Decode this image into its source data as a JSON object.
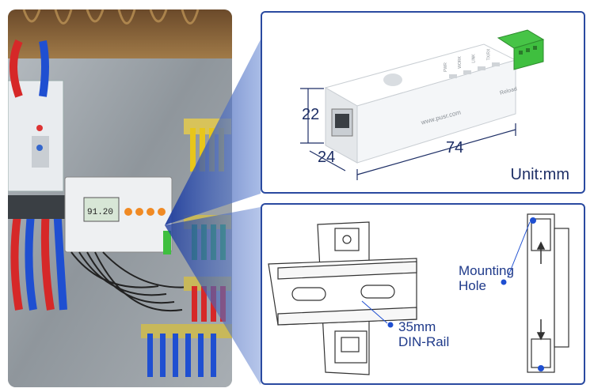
{
  "product": {
    "dimensions": {
      "height": "22",
      "depth": "24",
      "length": "74",
      "unit_label": "Unit:mm"
    },
    "brand_text": "www.pusr.com",
    "reload_text": "Reload",
    "indicator_labels": [
      "PWR",
      "WORK",
      "LINK",
      "TX/RX"
    ]
  },
  "install": {
    "rail_label_line1": "35mm",
    "rail_label_line2": "DIN-Rail",
    "hole_label_line1": "Mounting",
    "hole_label_line2": "Hole"
  },
  "meter_display": {
    "reading": "91.20"
  },
  "colors": {
    "frame_blue": "#2a4aa0",
    "label_blue": "#1f3a8a",
    "terminal_green": "#3fbf3f",
    "device_white": "#f4f6f8"
  }
}
